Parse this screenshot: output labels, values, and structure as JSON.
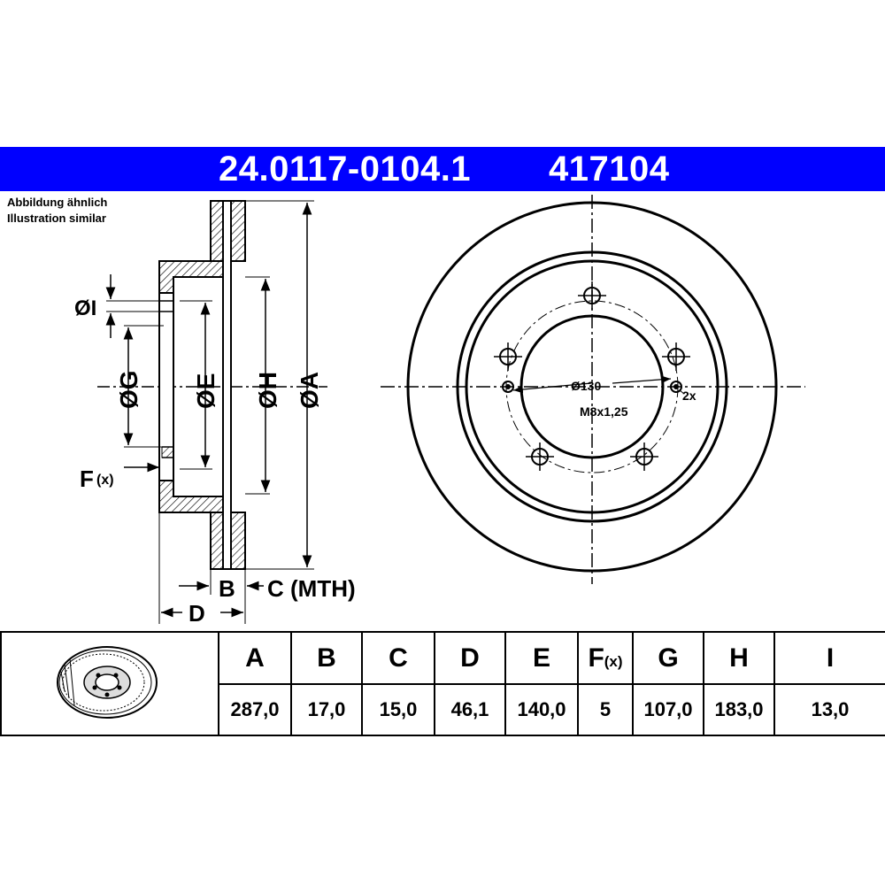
{
  "header": {
    "part_number": "24.0117-0104.1",
    "ref_number": "417104",
    "bar_color": "#0000ff"
  },
  "notes": {
    "line1": "Abbildung ähnlich",
    "line2": "Illustration similar"
  },
  "section_view": {
    "dim_I": "ØI",
    "dim_G": "ØG",
    "dim_E": "ØE",
    "dim_H": "ØH",
    "dim_A": "ØA",
    "dim_F": "F",
    "dim_F_sub": "(x)",
    "dim_B": "B",
    "dim_C": "C (MTH)",
    "dim_D": "D"
  },
  "face_view": {
    "pcd_label": "Ø130",
    "thread_label": "M8x1,25",
    "count_label": "2x"
  },
  "spec_table": {
    "columns": [
      "A",
      "B",
      "C",
      "D",
      "E",
      "F",
      "G",
      "H",
      "I"
    ],
    "f_suffix": "(x)",
    "values": [
      "287,0",
      "17,0",
      "15,0",
      "46,1",
      "140,0",
      "5",
      "107,0",
      "183,0",
      "13,0"
    ]
  }
}
